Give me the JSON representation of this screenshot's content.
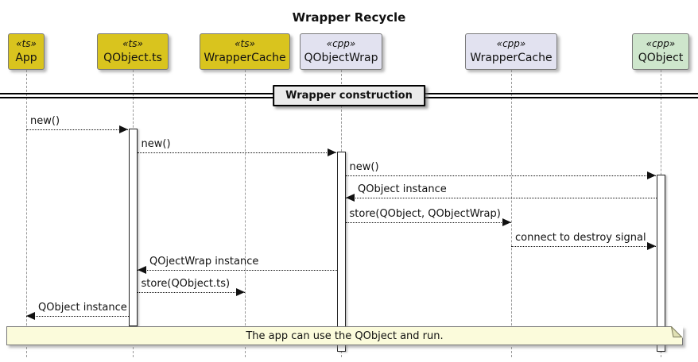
{
  "diagram": {
    "title": "Wrapper Recycle",
    "divider_label": "Wrapper construction",
    "note_text": "The app can use the QObject and run."
  },
  "colors": {
    "ts_fill": "#D9C41E",
    "cpp_fill": "#E2E2F0",
    "qobject_fill": "#CEE6CC",
    "note_fill": "#FBFBDB",
    "divider_fill": "#EBEBEB",
    "lifeline": "#999999",
    "arrow": "#111111"
  },
  "participants": [
    {
      "id": "app",
      "stereotype": "«ts»",
      "name": "App",
      "kind": "ts"
    },
    {
      "id": "qobjectts",
      "stereotype": "«ts»",
      "name": "QObject.ts",
      "kind": "ts"
    },
    {
      "id": "wrappercachets",
      "stereotype": "«ts»",
      "name": "WrapperCache",
      "kind": "ts"
    },
    {
      "id": "qobjectwrap",
      "stereotype": "«cpp»",
      "name": "QObjectWrap",
      "kind": "cpp"
    },
    {
      "id": "wrappercachecpp",
      "stereotype": "«cpp»",
      "name": "WrapperCache",
      "kind": "cpp"
    },
    {
      "id": "qobject",
      "stereotype": "«cpp»",
      "name": "QObject",
      "kind": "qobject"
    }
  ],
  "messages": [
    {
      "from": "app",
      "to": "qobjectts",
      "label": "new()",
      "line": "dotted"
    },
    {
      "from": "qobjectts",
      "to": "qobjectwrap",
      "label": "new()",
      "line": "dotted"
    },
    {
      "from": "qobjectwrap",
      "to": "qobject",
      "label": "new()",
      "line": "dotted"
    },
    {
      "from": "qobject",
      "to": "qobjectwrap",
      "label": "QObject instance",
      "line": "dotted"
    },
    {
      "from": "qobjectwrap",
      "to": "wrappercachecpp",
      "label": "store(QObject, QObjectWrap)",
      "line": "dotted"
    },
    {
      "from": "wrappercachecpp",
      "to": "qobject",
      "label": "connect to destroy signal",
      "line": "dotted"
    },
    {
      "from": "qobjectwrap",
      "to": "qobjectts",
      "label": "QOjectWrap instance",
      "line": "dotted"
    },
    {
      "from": "qobjectts",
      "to": "wrappercachets",
      "label": "store(QObject.ts)",
      "line": "dotted"
    },
    {
      "from": "qobjectts",
      "to": "app",
      "label": "QObject instance",
      "line": "dotted"
    }
  ]
}
